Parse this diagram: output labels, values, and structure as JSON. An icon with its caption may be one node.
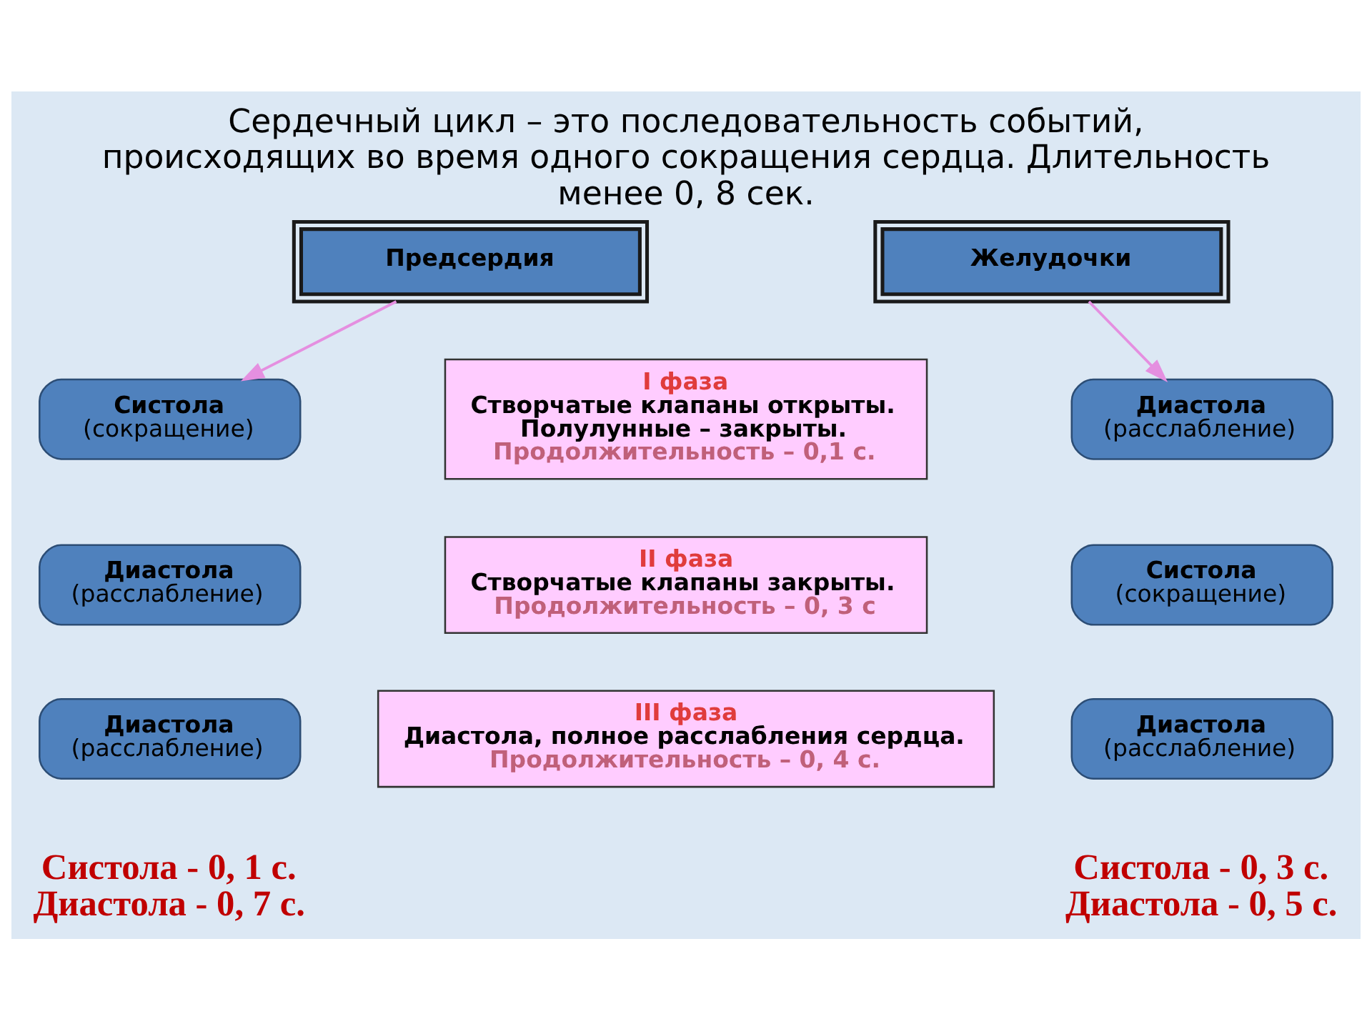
{
  "diagram": {
    "title": "Сердечный цикл – это последовательность событий, происходящих во время одного сокращения сердца. Длительность менее 0, 8 сек.",
    "nodes": [
      {
        "text": [
          "Предсердия"
        ]
      },
      {
        "text": [
          "Желудочки"
        ]
      },
      {
        "text": [
          "Систола",
          "(сокращение)"
        ]
      },
      {
        "text": [
          "I фаза",
          "Створчатые клапаны открыты.",
          "Полулунные – закрыты.",
          "Продолжительность – 0,1 с."
        ]
      },
      {
        "text": [
          "Диастола",
          "(расслабление)"
        ]
      },
      {
        "text": [
          "Диастола",
          "(расслабление)"
        ]
      },
      {
        "text": [
          "II фаза",
          "Створчатые клапаны закрыты.",
          "Продолжительность – 0, 3 с"
        ]
      },
      {
        "text": [
          "Систола",
          "(сокращение)"
        ]
      },
      {
        "text": [
          "Диастола",
          "(расслабление)"
        ]
      },
      {
        "text": [
          "III фаза",
          "Диастола, полное расслабления сердца.",
          "Продолжительность – 0, 4 с."
        ]
      },
      {
        "text": [
          "Диастола",
          "(расслабление)"
        ]
      }
    ],
    "edges": [
      {
        "from": 0,
        "to": 2,
        "arrow": "to"
      },
      {
        "from": 1,
        "to": 4,
        "arrow": "to"
      }
    ],
    "labels": [
      "Систола - 0, 1 с.",
      "Диастола - 0, 7 с.",
      "Систола - 0, 3 с.",
      "Диастола - 0, 5 с."
    ]
  }
}
